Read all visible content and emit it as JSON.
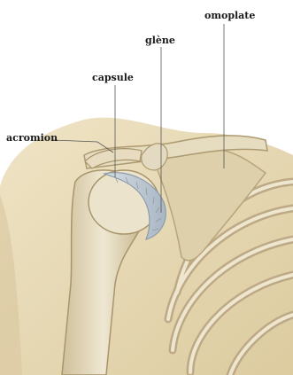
{
  "labels": {
    "omoplate": "omoplate",
    "glene": "glène",
    "capsule": "capsule",
    "acromion": "acromion"
  },
  "colors": {
    "skin": "#ece0bf",
    "skin_shadow": "#d6c59a",
    "bone": "#e6dcc0",
    "bone_shadow": "#b7a57c",
    "capsule": "#c7cfd8",
    "line": "#555555"
  }
}
